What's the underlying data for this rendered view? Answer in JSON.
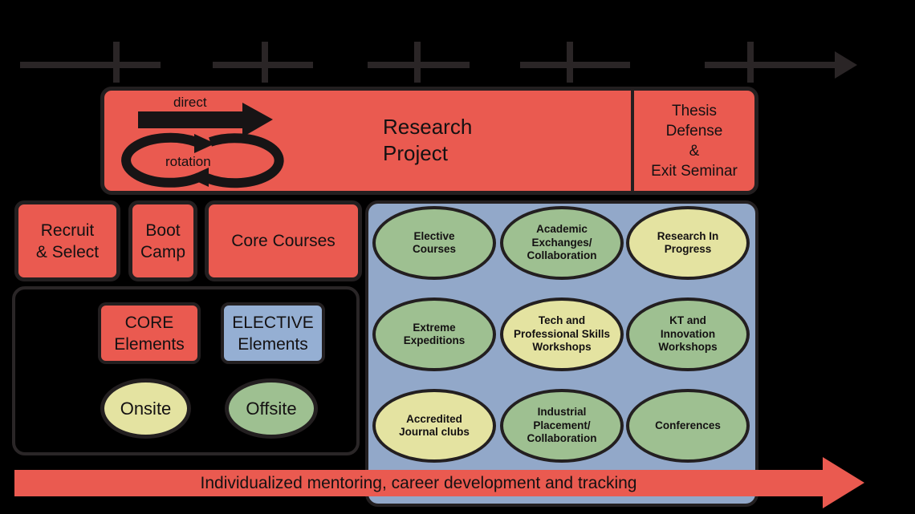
{
  "colors": {
    "core-red": "#ea5a50",
    "elective-blue": "#95afd3",
    "panel-blue": "#92a8c9",
    "onsite-yellow": "#e4e3a1",
    "offsite-green": "#9ec091",
    "outline-dark": "#231f20",
    "timeline-gray": "#2a2526",
    "background": "#000000"
  },
  "timeline": {
    "tick_count": 5
  },
  "research": {
    "title": "Research\nProject",
    "direct_label": "direct",
    "rotation_label": "rotation",
    "thesis_label": "Thesis\nDefense\n&\nExit Seminar"
  },
  "phases": [
    {
      "label": "Recruit\n& Select"
    },
    {
      "label": "Boot\nCamp"
    },
    {
      "label": "Core Courses"
    }
  ],
  "legend": {
    "core_label": "CORE\nElements",
    "elective_label": "ELECTIVE\nElements",
    "onsite_label": "Onsite",
    "offsite_label": "Offsite"
  },
  "electives": {
    "items": [
      {
        "label": "Elective\nCourses",
        "fill": "offsite-green"
      },
      {
        "label": "Academic\nExchanges/\nCollaboration",
        "fill": "offsite-green"
      },
      {
        "label": "Research In\nProgress",
        "fill": "onsite-yellow"
      },
      {
        "label": "Extreme\nExpeditions",
        "fill": "offsite-green"
      },
      {
        "label": "Tech and\nProfessional Skills\nWorkshops",
        "fill": "onsite-yellow"
      },
      {
        "label": "KT and\nInnovation\nWorkshops",
        "fill": "offsite-green"
      },
      {
        "label": "Accredited\nJournal clubs",
        "fill": "onsite-yellow"
      },
      {
        "label": "Industrial\nPlacement/\nCollaboration",
        "fill": "offsite-green"
      },
      {
        "label": "Conferences",
        "fill": "offsite-green"
      }
    ]
  },
  "bottom_arrow": {
    "label": "Individualized mentoring, career development and tracking"
  }
}
